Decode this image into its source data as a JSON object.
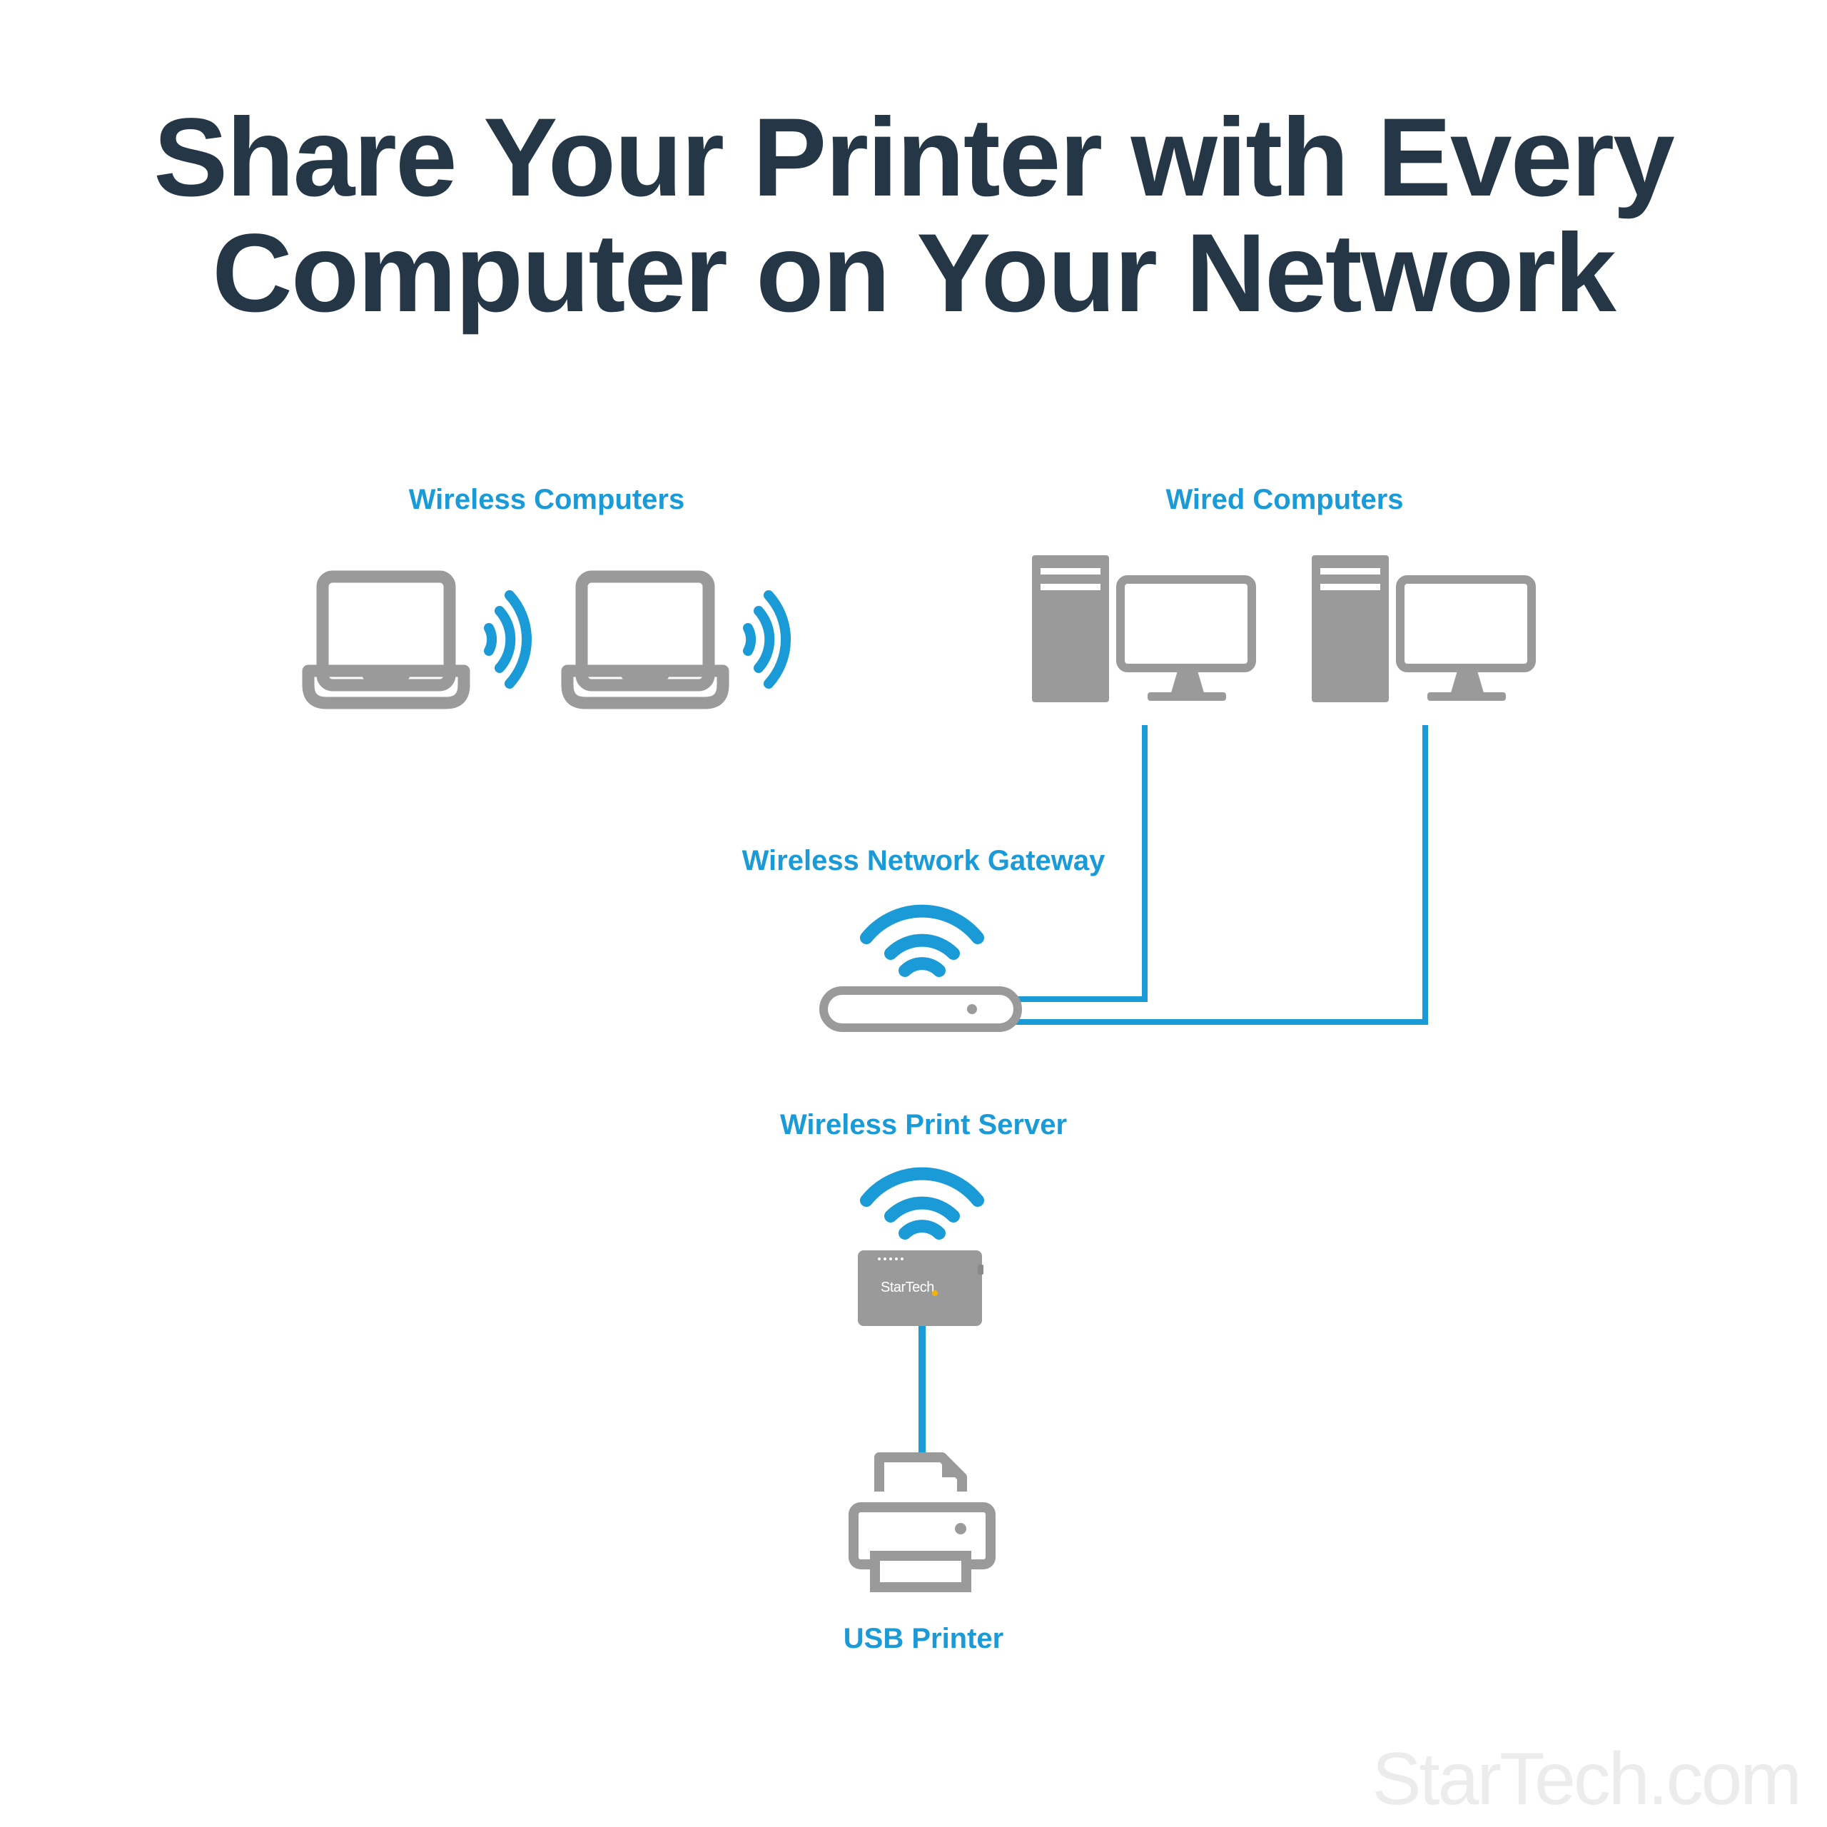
{
  "title": {
    "line1": "Share Your Printer with Every",
    "line2": "Computer on Your Network"
  },
  "labels": {
    "wireless_computers": "Wireless Computers",
    "wired_computers": "Wired Computers",
    "gateway": "Wireless Network Gateway",
    "print_server": "Wireless Print Server",
    "printer": "USB Printer"
  },
  "device": {
    "brand": "StarTech"
  },
  "watermark": "StarTech.com",
  "colors": {
    "title": "#253746",
    "accent": "#1a9ad6",
    "device_gray": "#9a9a9a",
    "led": "#f5b400",
    "watermark": "#ececec"
  },
  "icons": [
    "laptop-icon",
    "wifi-signal-icon",
    "desktop-tower-icon",
    "monitor-icon",
    "router-icon",
    "wifi-icon",
    "print-server-icon",
    "printer-icon"
  ]
}
